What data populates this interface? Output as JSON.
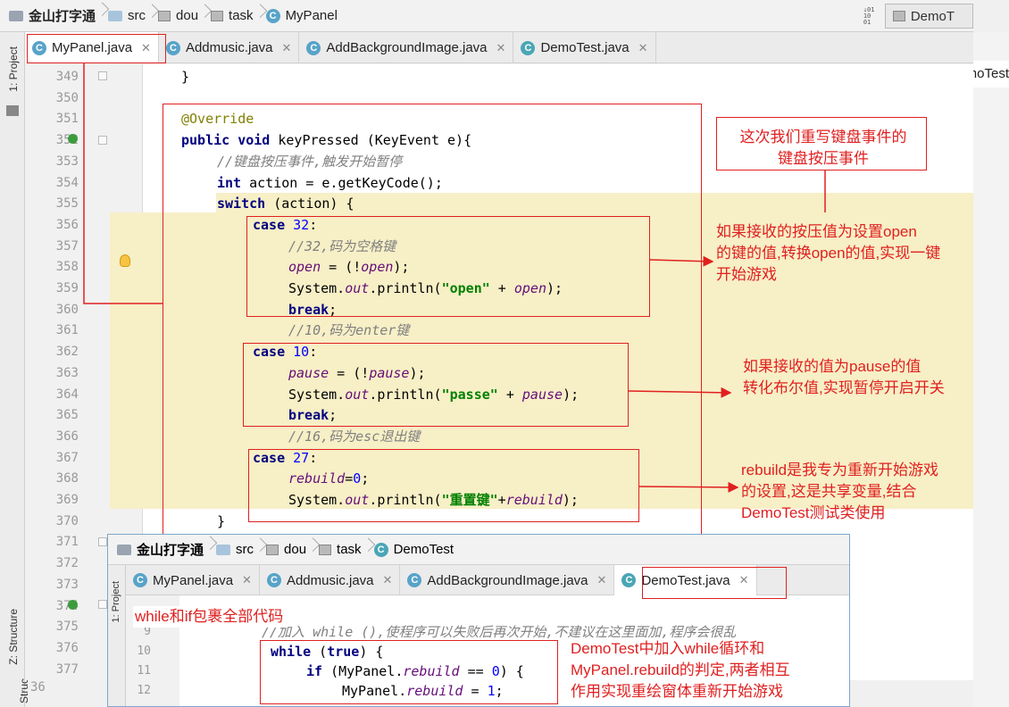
{
  "breadcrumb": {
    "items": [
      "金山打字通",
      "src",
      "dou",
      "task",
      "MyPanel"
    ],
    "right_button": "DemoT",
    "right_strip_label": "DemoTest"
  },
  "sidebar": {
    "project_label": "1: Project",
    "structure_label": "Z: Structure",
    "structure_label_short": "Struc"
  },
  "tabs": [
    {
      "label": "MyPanel.java",
      "active": true
    },
    {
      "label": "Addmusic.java",
      "active": false
    },
    {
      "label": "AddBackgroundImage.java",
      "active": false
    },
    {
      "label": "DemoTest.java",
      "active": false
    }
  ],
  "editor": {
    "line_numbers": [
      "349",
      "350",
      "351",
      "352",
      "353",
      "354",
      "355",
      "356",
      "357",
      "358",
      "359",
      "360",
      "361",
      "362",
      "363",
      "364",
      "365",
      "366",
      "367",
      "368",
      "369",
      "370",
      "371",
      "372",
      "373",
      "374",
      "375",
      "376",
      "377"
    ],
    "code": {
      "l349": "}",
      "l351": "@Override",
      "l352_a": "public void",
      "l352_b": " keyPressed (KeyEvent e){",
      "l353": "//键盘按压事件,触发开始暂停",
      "l354_a": "int",
      "l354_b": " action = e.getKeyCode();",
      "l355_a": "switch",
      "l355_b": " (action) {",
      "l356_a": "case",
      "l356_b": "32",
      "l356_c": ":",
      "l357": "//32,码为空格键",
      "l358_a": "open",
      "l358_b": " = (!",
      "l358_c": "open",
      "l358_d": ");",
      "l359_a": "System.",
      "l359_b": "out",
      "l359_c": ".println(",
      "l359_d": "\"open\"",
      "l359_e": " + ",
      "l359_f": "open",
      "l359_g": ");",
      "l360": "break",
      "l361": "//10,码为enter键",
      "l362_a": "case",
      "l362_b": "10",
      "l362_c": ":",
      "l363_a": "pause",
      "l363_b": " = (!",
      "l363_c": "pause",
      "l363_d": ");",
      "l364_a": "System.",
      "l364_b": "out",
      "l364_c": ".println(",
      "l364_d": "\"passe\"",
      "l364_e": " + ",
      "l364_f": "pause",
      "l364_g": ");",
      "l365": "break",
      "l366": "//16,码为esc退出键",
      "l367_a": "case",
      "l367_b": "27",
      "l367_c": ":",
      "l368_a": "rebuild",
      "l368_b": "=",
      "l368_c": "0",
      "l368_d": ";",
      "l369_a": "System.",
      "l369_b": "out",
      "l369_c": ".println(",
      "l369_d": "\"重置键\"",
      "l369_e": "+",
      "l369_f": "rebuild",
      "l369_g": ");",
      "l370": "}"
    }
  },
  "annotations": {
    "a1": "这次我们重写键盘事件的\n键盘按压事件",
    "a2": "如果接收的按压值为设置open\n的键的值,转换open的值,实现一键\n开始游戏",
    "a3": "如果接收的值为pause的值\n转化布尔值,实现暂停开启开关",
    "a4": "rebuild是我专为重新开始游戏\n的设置,这是共享变量,结合\nDemoTest测试类使用",
    "a5": "while和if包裹全部代码",
    "a6": "DemoTest中加入while循环和\nMyPanel.rebuild的判定,两者相互\n作用实现重绘窗体重新开始游戏"
  },
  "overlay": {
    "breadcrumb": [
      "金山打字通",
      "src",
      "dou",
      "task",
      "DemoTest"
    ],
    "tabs": [
      "MyPanel.java",
      "Addmusic.java",
      "AddBackgroundImage.java",
      "DemoTest.java"
    ],
    "line_numbers": [
      "9",
      "10",
      "11",
      "12"
    ],
    "bottom_number": "36",
    "code": {
      "l9": "//加入 while (),使程序可以失败后再次开始,不建议在这里面加,程序会很乱",
      "l10_a": "while",
      "l10_b": " (",
      "l10_c": "true",
      "l10_d": ") {",
      "l11_a": "if",
      "l11_b": " (MyPanel.",
      "l11_c": "rebuild",
      "l11_d": " == ",
      "l11_e": "0",
      "l11_f": ") {",
      "l12_a": "MyPanel.",
      "l12_b": "rebuild",
      "l12_c": " = ",
      "l12_d": "1",
      "l12_e": ";"
    }
  }
}
